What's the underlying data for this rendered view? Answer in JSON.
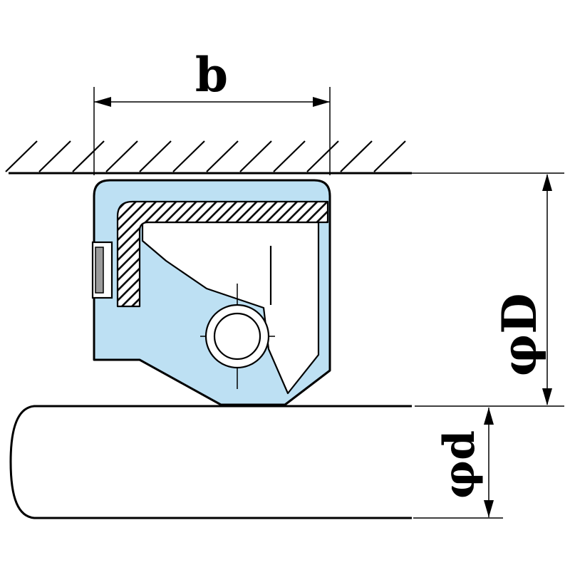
{
  "drawing": {
    "kind": "oil-seal-cross-section-technical-drawing",
    "dimensions": {
      "width_label": "b",
      "outer_diameter_label": "φD",
      "shaft_diameter_label": "φd"
    },
    "colors": {
      "seal_fill": "#bde0f3",
      "metal_gray": "#9b9b9b",
      "line": "#000000",
      "background": "#ffffff"
    }
  }
}
